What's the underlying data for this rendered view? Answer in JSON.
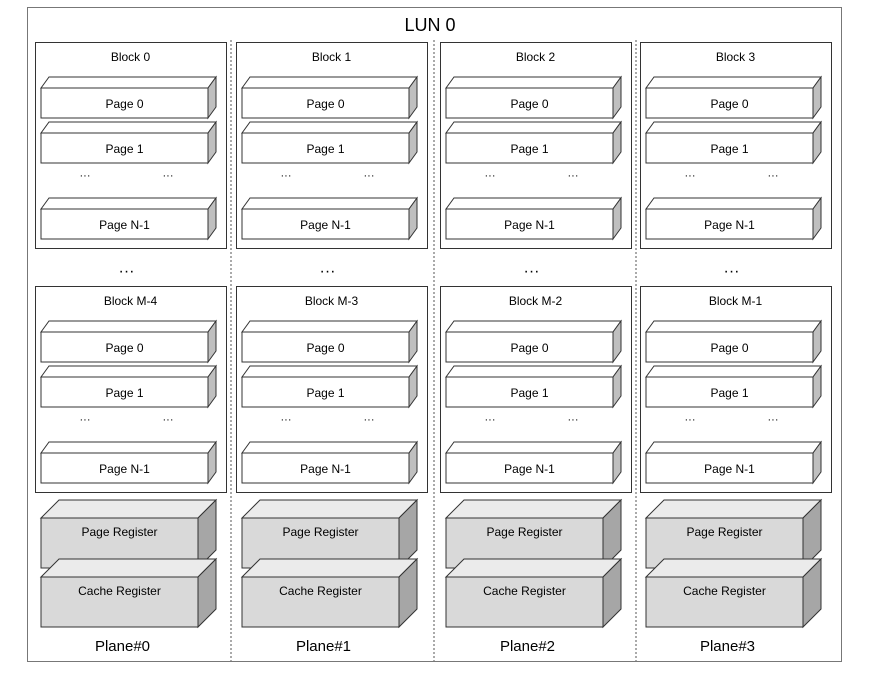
{
  "lun": {
    "title": "LUN 0"
  },
  "planes": [
    {
      "name": "Plane#0",
      "top_block": {
        "label": "Block 0",
        "pages": [
          "Page 0",
          "Page 1"
        ],
        "last_page": "Page N-1"
      },
      "bottom_block": {
        "label": "Block M-4",
        "pages": [
          "Page 0",
          "Page 1"
        ],
        "last_page": "Page N-1"
      },
      "page_register": "Page Register",
      "cache_register": "Cache Register"
    },
    {
      "name": "Plane#1",
      "top_block": {
        "label": "Block 1",
        "pages": [
          "Page 0",
          "Page 1"
        ],
        "last_page": "Page N-1"
      },
      "bottom_block": {
        "label": "Block M-3",
        "pages": [
          "Page 0",
          "Page 1"
        ],
        "last_page": "Page N-1"
      },
      "page_register": "Page Register",
      "cache_register": "Cache Register"
    },
    {
      "name": "Plane#2",
      "top_block": {
        "label": "Block 2",
        "pages": [
          "Page 0",
          "Page 1"
        ],
        "last_page": "Page N-1"
      },
      "bottom_block": {
        "label": "Block M-2",
        "pages": [
          "Page 0",
          "Page 1"
        ],
        "last_page": "Page N-1"
      },
      "page_register": "Page Register",
      "cache_register": "Cache Register"
    },
    {
      "name": "Plane#3",
      "top_block": {
        "label": "Block 3",
        "pages": [
          "Page 0",
          "Page 1"
        ],
        "last_page": "Page N-1"
      },
      "bottom_block": {
        "label": "Block M-1",
        "pages": [
          "Page 0",
          "Page 1"
        ],
        "last_page": "Page N-1"
      },
      "page_register": "Page Register",
      "cache_register": "Cache Register"
    }
  ],
  "ellipsis": {
    "small": "···",
    "large": "···"
  },
  "colors": {
    "register_fill": "#d9d9d9",
    "register_top": "#ebebeb",
    "register_side": "#a6a6a6",
    "page_side": "#bfbfbf",
    "stroke": "#333333"
  }
}
